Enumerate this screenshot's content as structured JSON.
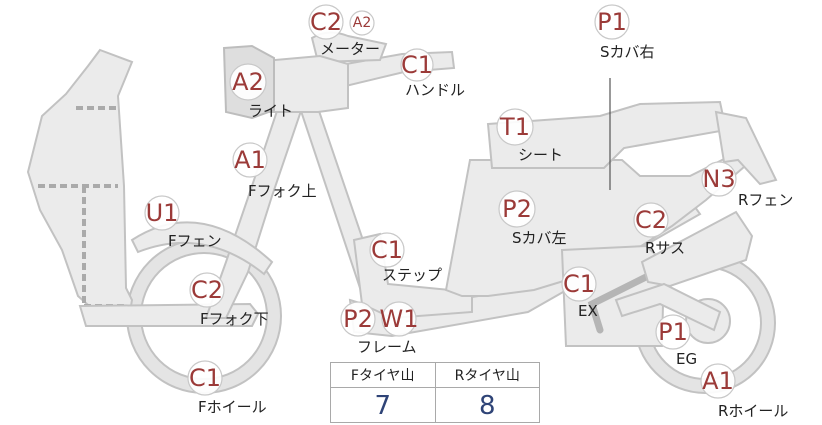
{
  "parts": [
    {
      "id": "meter",
      "label": "メーター",
      "grades": [
        "C2",
        "A2"
      ]
    },
    {
      "id": "handle",
      "label": "ハンドル",
      "grades": [
        "C1"
      ]
    },
    {
      "id": "light",
      "label": "ライト",
      "grades": [
        "A2"
      ]
    },
    {
      "id": "s-cover-right",
      "label": "Sカバ右",
      "grades": [
        "P1"
      ]
    },
    {
      "id": "seat",
      "label": "シート",
      "grades": [
        "T1"
      ]
    },
    {
      "id": "f-fork-upper",
      "label": "Fフォク上",
      "grades": [
        "A1"
      ]
    },
    {
      "id": "r-fender",
      "label": "Rフェン",
      "grades": [
        "N3"
      ]
    },
    {
      "id": "f-fender",
      "label": "Fフェン",
      "grades": [
        "U1"
      ]
    },
    {
      "id": "s-cover-left",
      "label": "Sカバ左",
      "grades": [
        "P2"
      ]
    },
    {
      "id": "r-suspension",
      "label": "Rサス",
      "grades": [
        "C2"
      ]
    },
    {
      "id": "step",
      "label": "ステップ",
      "grades": [
        "C1"
      ]
    },
    {
      "id": "f-fork-lower",
      "label": "Fフォク下",
      "grades": [
        "C2"
      ]
    },
    {
      "id": "exhaust",
      "label": "EX",
      "grades": [
        "C1"
      ]
    },
    {
      "id": "frame",
      "label": "フレーム",
      "grades": [
        "P2",
        "W1"
      ]
    },
    {
      "id": "engine",
      "label": "EG",
      "grades": [
        "P1"
      ]
    },
    {
      "id": "f-wheel",
      "label": "Fホイール",
      "grades": [
        "C1"
      ]
    },
    {
      "id": "r-wheel",
      "label": "Rホイール",
      "grades": [
        "A1"
      ]
    }
  ],
  "tread": {
    "front_label": "Fタイヤ山",
    "rear_label": "Rタイヤ山",
    "front_value": "7",
    "rear_value": "8"
  }
}
